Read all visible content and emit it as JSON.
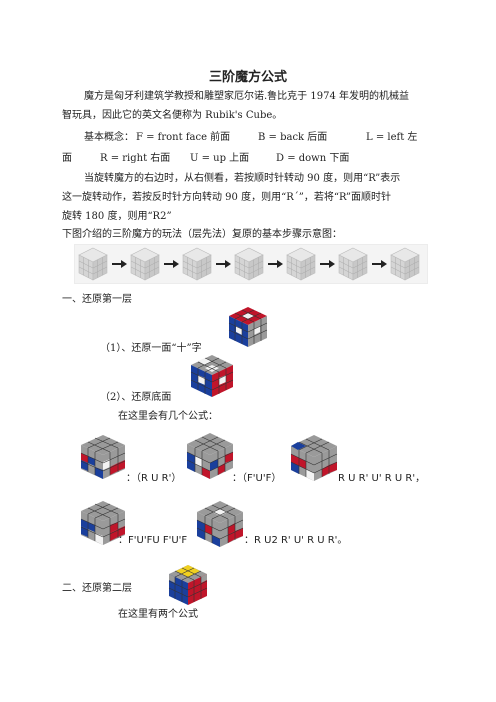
{
  "title": "三阶魔方公式",
  "intro": {
    "line1": "魔方是匈牙利建筑学教授和雕塑家厄尔诺.鲁比克于 1974 年发明的机械益",
    "line2": "智玩具，因此它的英文名便称为 Rubik's Cube。"
  },
  "concepts": {
    "line1_prefix": "基本概念：",
    "line1_f": "F = front face 前面",
    "line1_b": "B = back 后面",
    "line1_l": "L = left 左",
    "line2_l": "面",
    "line2_r": "R = right 右面",
    "line2_u": "U = up 上面",
    "line2_d": "D = down 下面"
  },
  "rotation": {
    "line1": "当旋转魔方的右边时，从右侧看，若按顺时针转动 90 度，则用“R”表示",
    "line2": "这一旋转动作，若按反时针方向转动 90 度，则用“R´”，若将“R”面顺时针",
    "line3": "旋转 180 度，则用“R2”"
  },
  "steps_intro": "下图介绍的三阶魔方的玩法（层先法）复原的基本步骤示意图：",
  "section1": {
    "heading": "一、还原第一层",
    "step1": "（1）、还原一面“十”字",
    "step2": "（2）、还原底面",
    "formulas_intro": "在这里会有几个公式：",
    "formula1": "：（R U R'）",
    "formula2": "：（F'U'F）",
    "formula3": "R U R' U' R U R'，",
    "formula4": "：F'U'FU F'U'F",
    "formula5": "：R U2 R' U' R U R'。"
  },
  "section2": {
    "heading": "二、还原第二层",
    "formulas_intro": "在这里有两个公式"
  },
  "icons": {
    "cube": "rubiks-cube-icon",
    "arrow": "arrow-right-icon"
  },
  "colors": {
    "red": "#c0152a",
    "blue": "#1a3f9c",
    "white": "#f2f2f2",
    "gray": "#9a9a9a",
    "yellow": "#f0d020",
    "text": "#222222"
  }
}
